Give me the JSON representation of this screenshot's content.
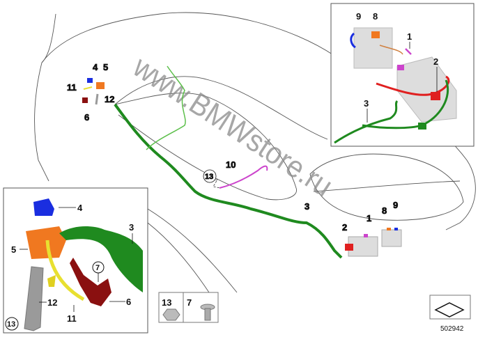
{
  "watermark": "www.BMWstore.ru",
  "diagram_number": "502942",
  "main_callouts": {
    "c4": "4",
    "c5": "5",
    "c11": "11",
    "c12": "12",
    "c6": "6",
    "c13": "13",
    "c10": "10",
    "c3": "3",
    "c2": "2",
    "c1": "1",
    "c8": "8",
    "c9": "9"
  },
  "inset_top_callouts": {
    "c9": "9",
    "c8": "8",
    "c1": "1",
    "c2": "2",
    "c3": "3"
  },
  "inset_bottom_callouts": {
    "c4": "4",
    "c5": "5",
    "c3": "3",
    "c7": "7",
    "c6": "6",
    "c12": "12",
    "c11": "11",
    "c13": "13"
  },
  "parts_box": {
    "nut_label": "13",
    "bolt_label": "7"
  },
  "colors": {
    "harness": "#1f8a1f",
    "harness_light": "#5cbf4a",
    "cable_red": "#e02020",
    "cable_magenta": "#cc44cc",
    "blue": "#1a2ee0",
    "orange": "#f07820",
    "yellow": "#e8e030",
    "bracket_red": "#8a1010",
    "grey": "#9a9a9a"
  }
}
